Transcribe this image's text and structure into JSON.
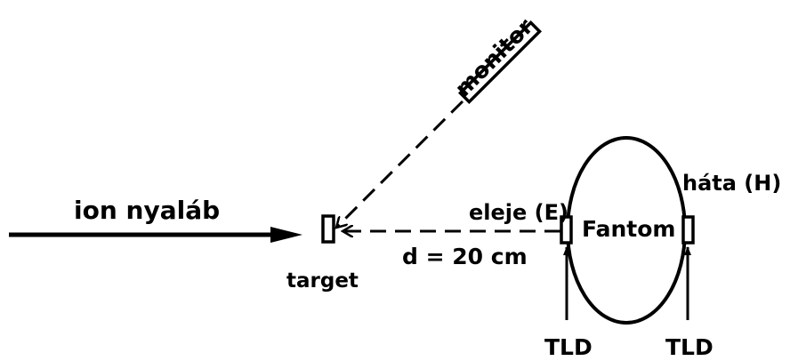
{
  "labels": {
    "ion_beam": "ion nyaláb",
    "target": "target",
    "monitor": "monitor",
    "distance": "d = 20 cm",
    "front": "eleje (E)",
    "back": "háta (H)",
    "phantom": "Fantom",
    "tld_left": "TLD",
    "tld_right": "TLD"
  }
}
